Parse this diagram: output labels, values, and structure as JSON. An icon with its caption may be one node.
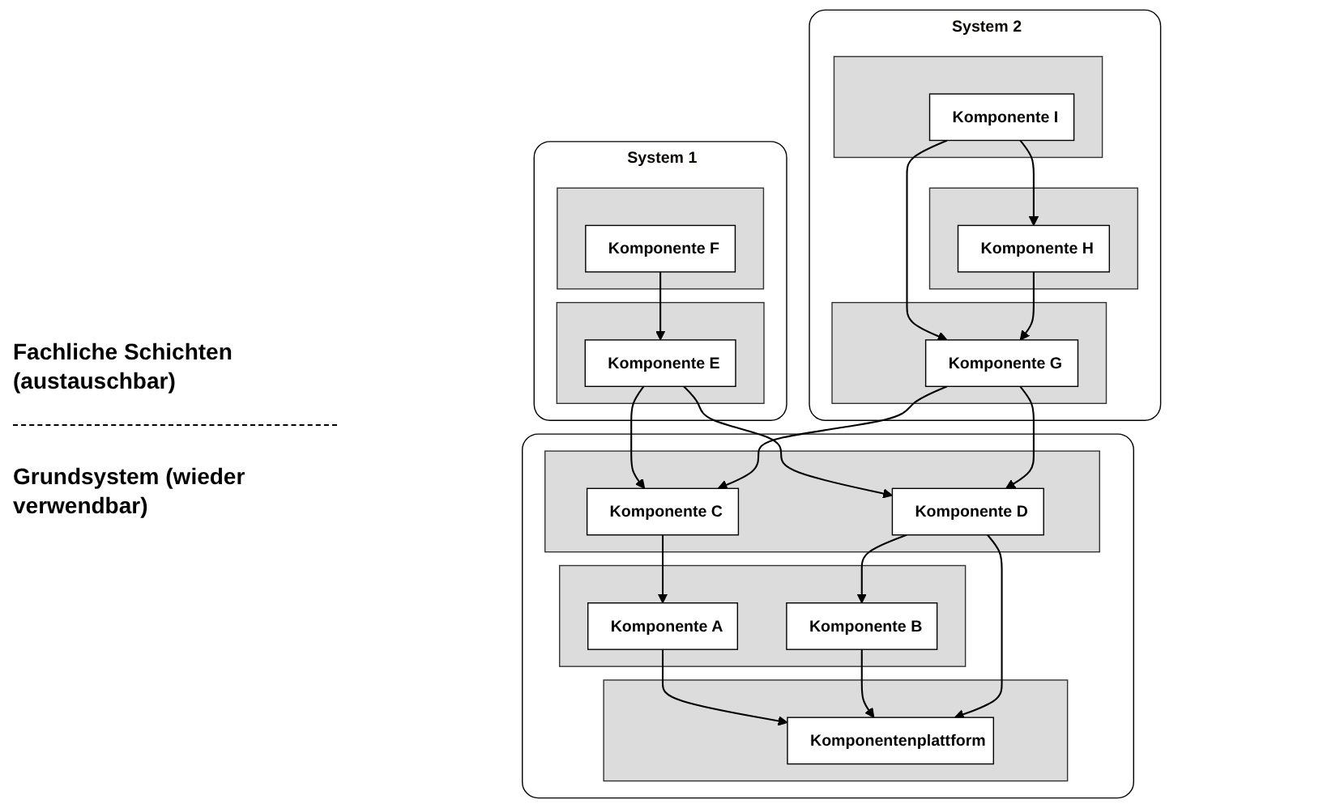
{
  "diagram": {
    "nodes": [
      {
        "text": [
          "System 1"
        ]
      },
      {
        "text": [],
        "shape": "band",
        "in": 0
      },
      {
        "text": [
          "Komponente F"
        ],
        "in": 1
      },
      {
        "text": [],
        "shape": "band",
        "in": 0
      },
      {
        "text": [
          "Komponente E"
        ],
        "in": 3
      },
      {
        "text": [
          "System 2"
        ]
      },
      {
        "text": [],
        "shape": "band",
        "in": 5
      },
      {
        "text": [
          "Komponente I"
        ],
        "in": 6
      },
      {
        "text": [],
        "shape": "band",
        "in": 5
      },
      {
        "text": [
          "Komponente H"
        ],
        "in": 8
      },
      {
        "text": [],
        "shape": "band",
        "in": 5
      },
      {
        "text": [
          "Komponente G"
        ],
        "in": 10
      },
      {
        "text": [],
        "shape": "box"
      },
      {
        "text": [],
        "shape": "band",
        "in": 12
      },
      {
        "text": [
          "Komponente C"
        ],
        "in": 13
      },
      {
        "text": [
          "Komponente D"
        ],
        "in": 13
      },
      {
        "text": [],
        "shape": "band",
        "in": 12
      },
      {
        "text": [
          "Komponente A"
        ],
        "in": 16
      },
      {
        "text": [
          "Komponente B"
        ],
        "in": 16
      },
      {
        "text": [],
        "shape": "band",
        "in": 12
      },
      {
        "text": [
          "Komponentenplattform"
        ],
        "in": 19
      }
    ],
    "edges": [
      {
        "from": 2,
        "to": 4,
        "arrow": "to"
      },
      {
        "from": 7,
        "to": 9,
        "arrow": "to"
      },
      {
        "from": 7,
        "to": 11,
        "arrow": "to"
      },
      {
        "from": 9,
        "to": 11,
        "arrow": "to"
      },
      {
        "from": 4,
        "to": 14,
        "arrow": "to"
      },
      {
        "from": 4,
        "to": 15,
        "arrow": "to"
      },
      {
        "from": 11,
        "to": 14,
        "arrow": "to"
      },
      {
        "from": 11,
        "to": 15,
        "arrow": "to"
      },
      {
        "from": 14,
        "to": 17,
        "arrow": "to"
      },
      {
        "from": 15,
        "to": 18,
        "arrow": "to"
      },
      {
        "from": 17,
        "to": 20,
        "arrow": "to"
      },
      {
        "from": 18,
        "to": 20,
        "arrow": "to"
      },
      {
        "from": 15,
        "to": 20,
        "arrow": "to"
      }
    ],
    "labels": [
      "Fachliche Schichten (austauschbar)",
      "Grundsystem (wieder verwendbar)"
    ]
  }
}
